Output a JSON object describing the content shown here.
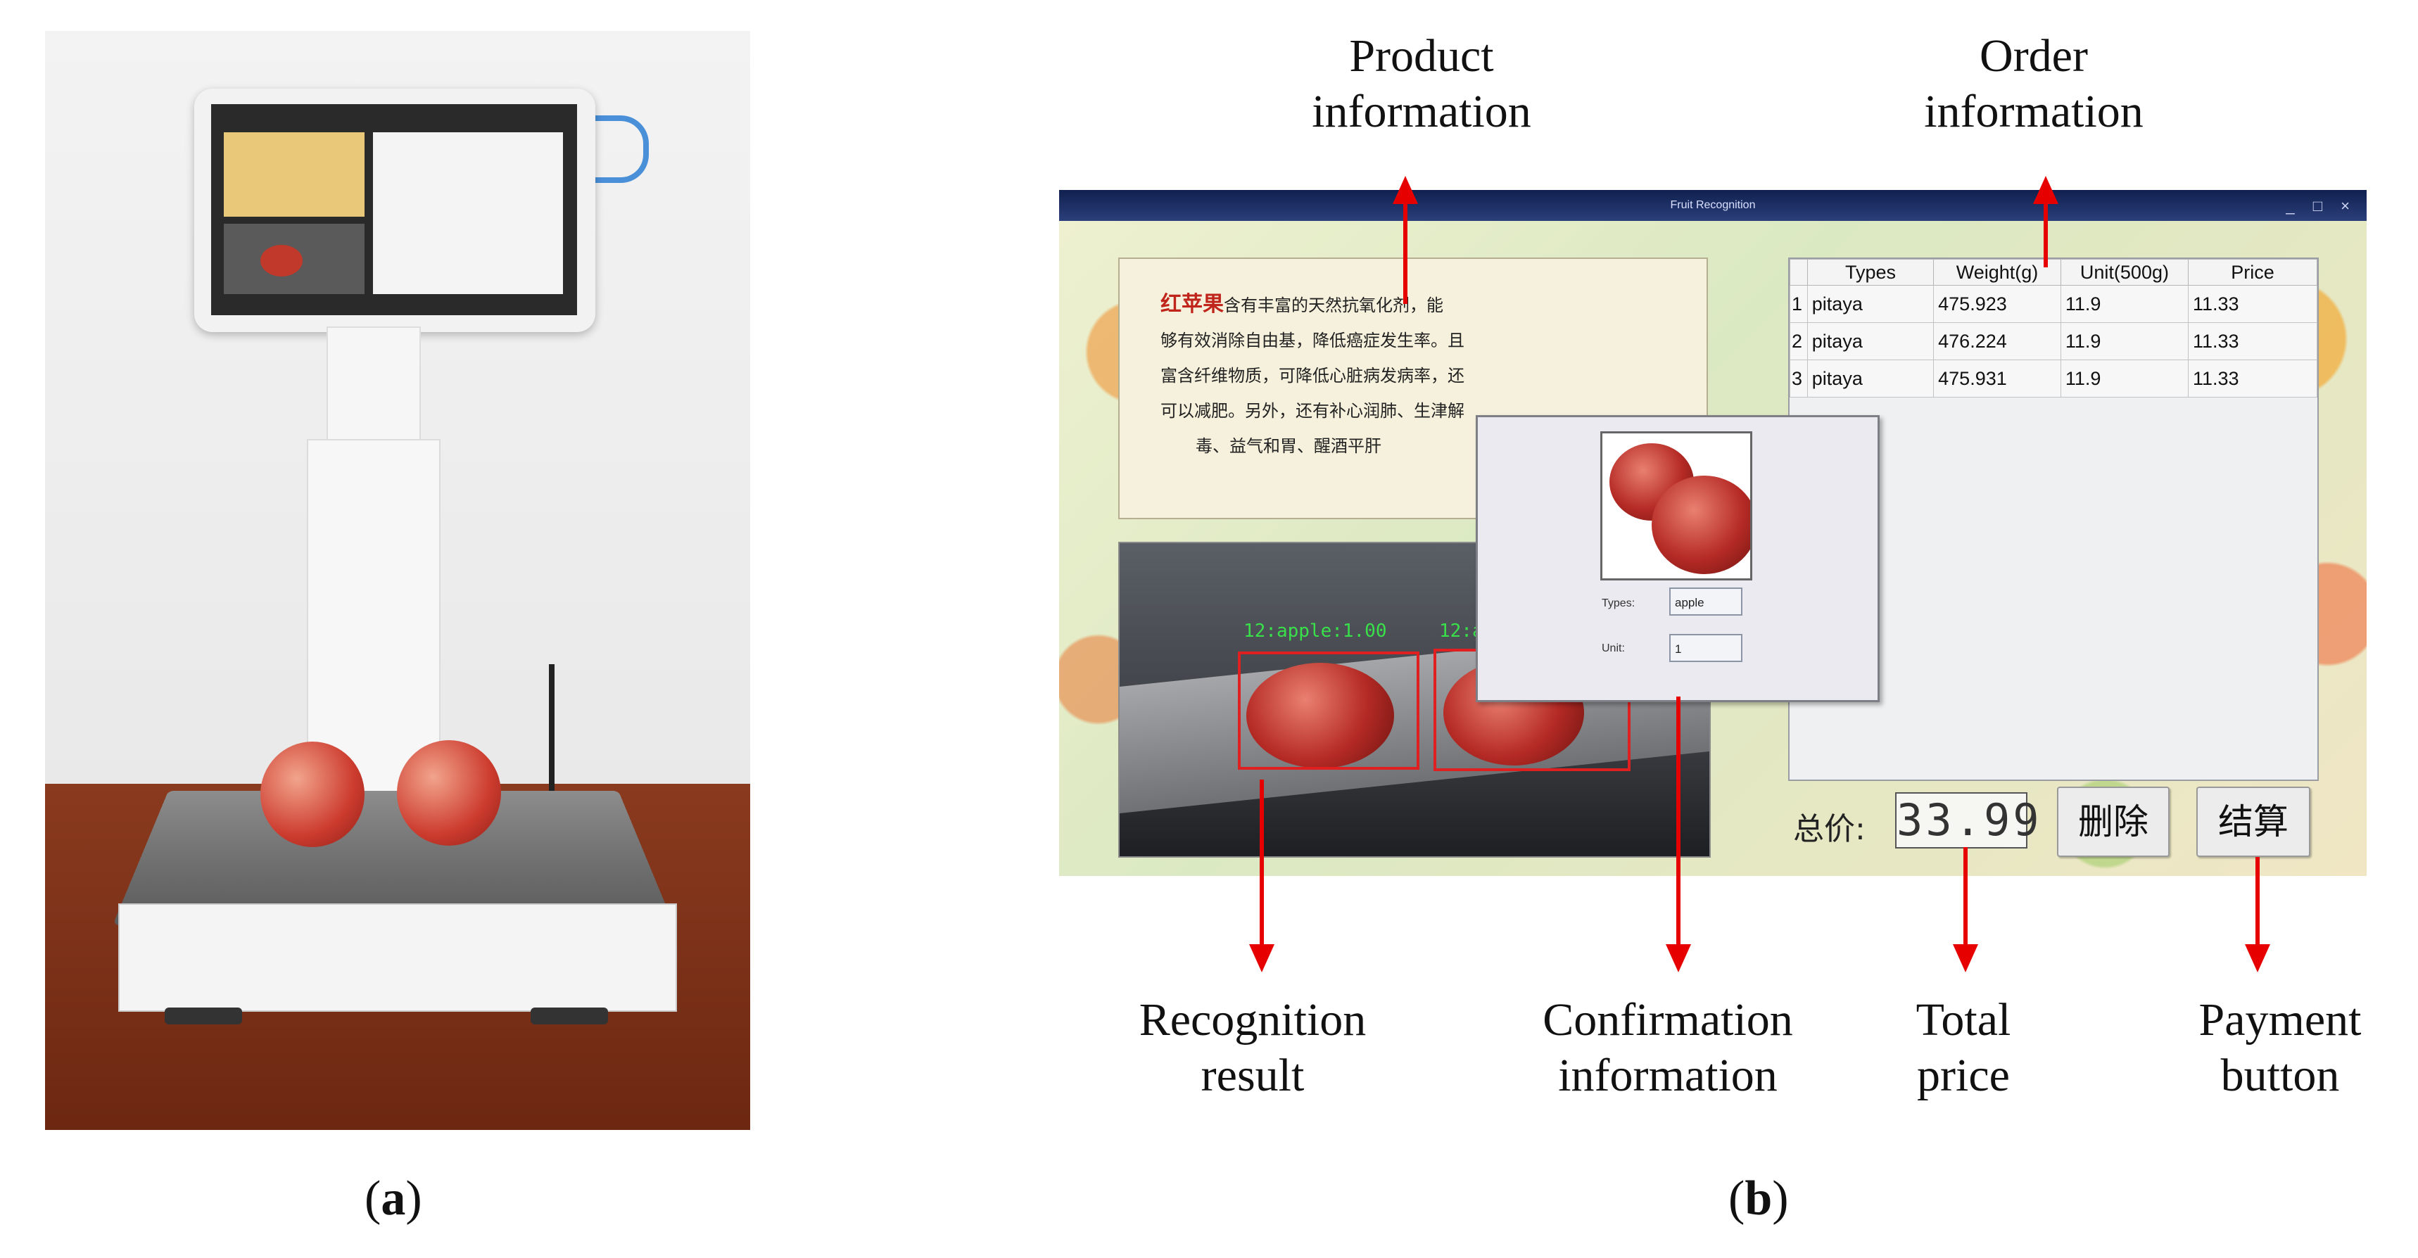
{
  "panel_a": {
    "label_letter": "a"
  },
  "panel_b": {
    "label_letter": "b"
  },
  "annotations": {
    "product_info": "Product\ninformation",
    "order_info": "Order\ninformation",
    "recognition_result": "Recognition\nresult",
    "confirmation_info": "Confirmation\ninformation",
    "total_price": "Total\nprice",
    "payment_button": "Payment\nbutton"
  },
  "window": {
    "title": "Fruit Recognition",
    "controls": "_ □ ×"
  },
  "product": {
    "name": "红苹果",
    "description_line1": "含有丰富的天然抗氧化剂，能",
    "description_line2": "够有效消除自由基，降低癌症发生率。且",
    "description_line3": "富含纤维物质，可降低心脏病发病率，还",
    "description_line4": "可以减肥。另外，还有补心润肺、生津解",
    "description_line5": "毒、益气和胃、醒酒平肝"
  },
  "recognition": {
    "det1_label": "12:apple:1.00",
    "det2_label": "12:a"
  },
  "order": {
    "headers": [
      "Types",
      "Weight(g)",
      "Unit(500g)",
      "Price"
    ],
    "rows": [
      {
        "no": "1",
        "type": "pitaya",
        "weight": "475.923",
        "unit": "11.9",
        "price": "11.33"
      },
      {
        "no": "2",
        "type": "pitaya",
        "weight": "476.224",
        "unit": "11.9",
        "price": "11.33"
      },
      {
        "no": "3",
        "type": "pitaya",
        "weight": "475.931",
        "unit": "11.9",
        "price": "11.33"
      }
    ]
  },
  "confirmation": {
    "types_label": "Types:",
    "types_value": "apple",
    "unit_label": "Unit:",
    "unit_value": "1"
  },
  "footer": {
    "total_label": "总价:",
    "total_value": "33.99",
    "delete_label": "删除",
    "checkout_label": "结算"
  },
  "colors": {
    "arrow": "#e60000",
    "detection_box": "#e02020",
    "detection_text": "#39e04a"
  }
}
